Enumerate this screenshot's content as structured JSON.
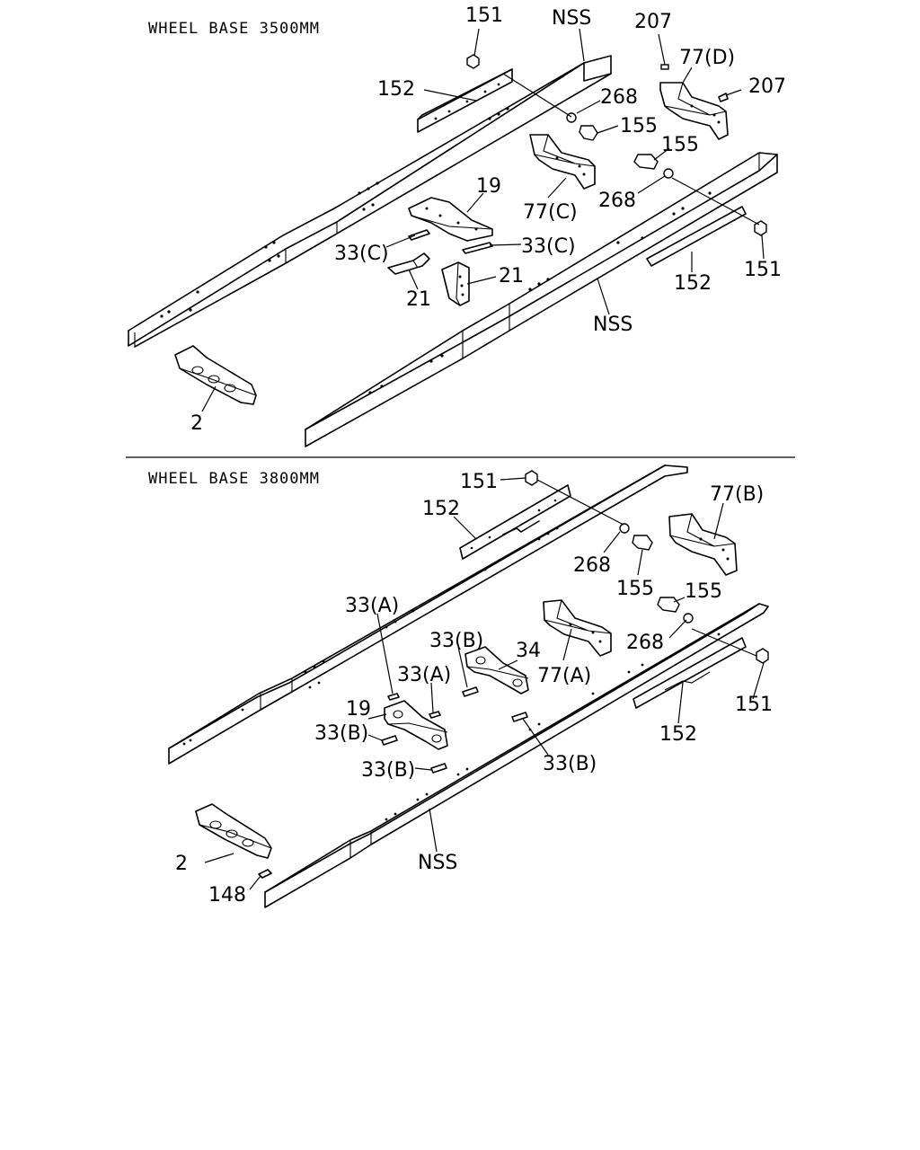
{
  "sections": [
    {
      "title": "WHEEL BASE 3500MM",
      "labels": [
        "151",
        "NSS",
        "207",
        "77(D)",
        "207",
        "152",
        "268",
        "155",
        "155",
        "268",
        "19",
        "77(C)",
        "33(C)",
        "33(C)",
        "21",
        "21",
        "NSS",
        "152",
        "151",
        "2"
      ]
    },
    {
      "title": "WHEEL BASE 3800MM",
      "labels": [
        "151",
        "77(B)",
        "152",
        "268",
        "155",
        "155",
        "33(A)",
        "268",
        "33(B)",
        "34",
        "33(A)",
        "77(A)",
        "19",
        "33(B)",
        "151",
        "152",
        "33(B)",
        "33(B)",
        "2",
        "NSS",
        "148"
      ]
    }
  ]
}
